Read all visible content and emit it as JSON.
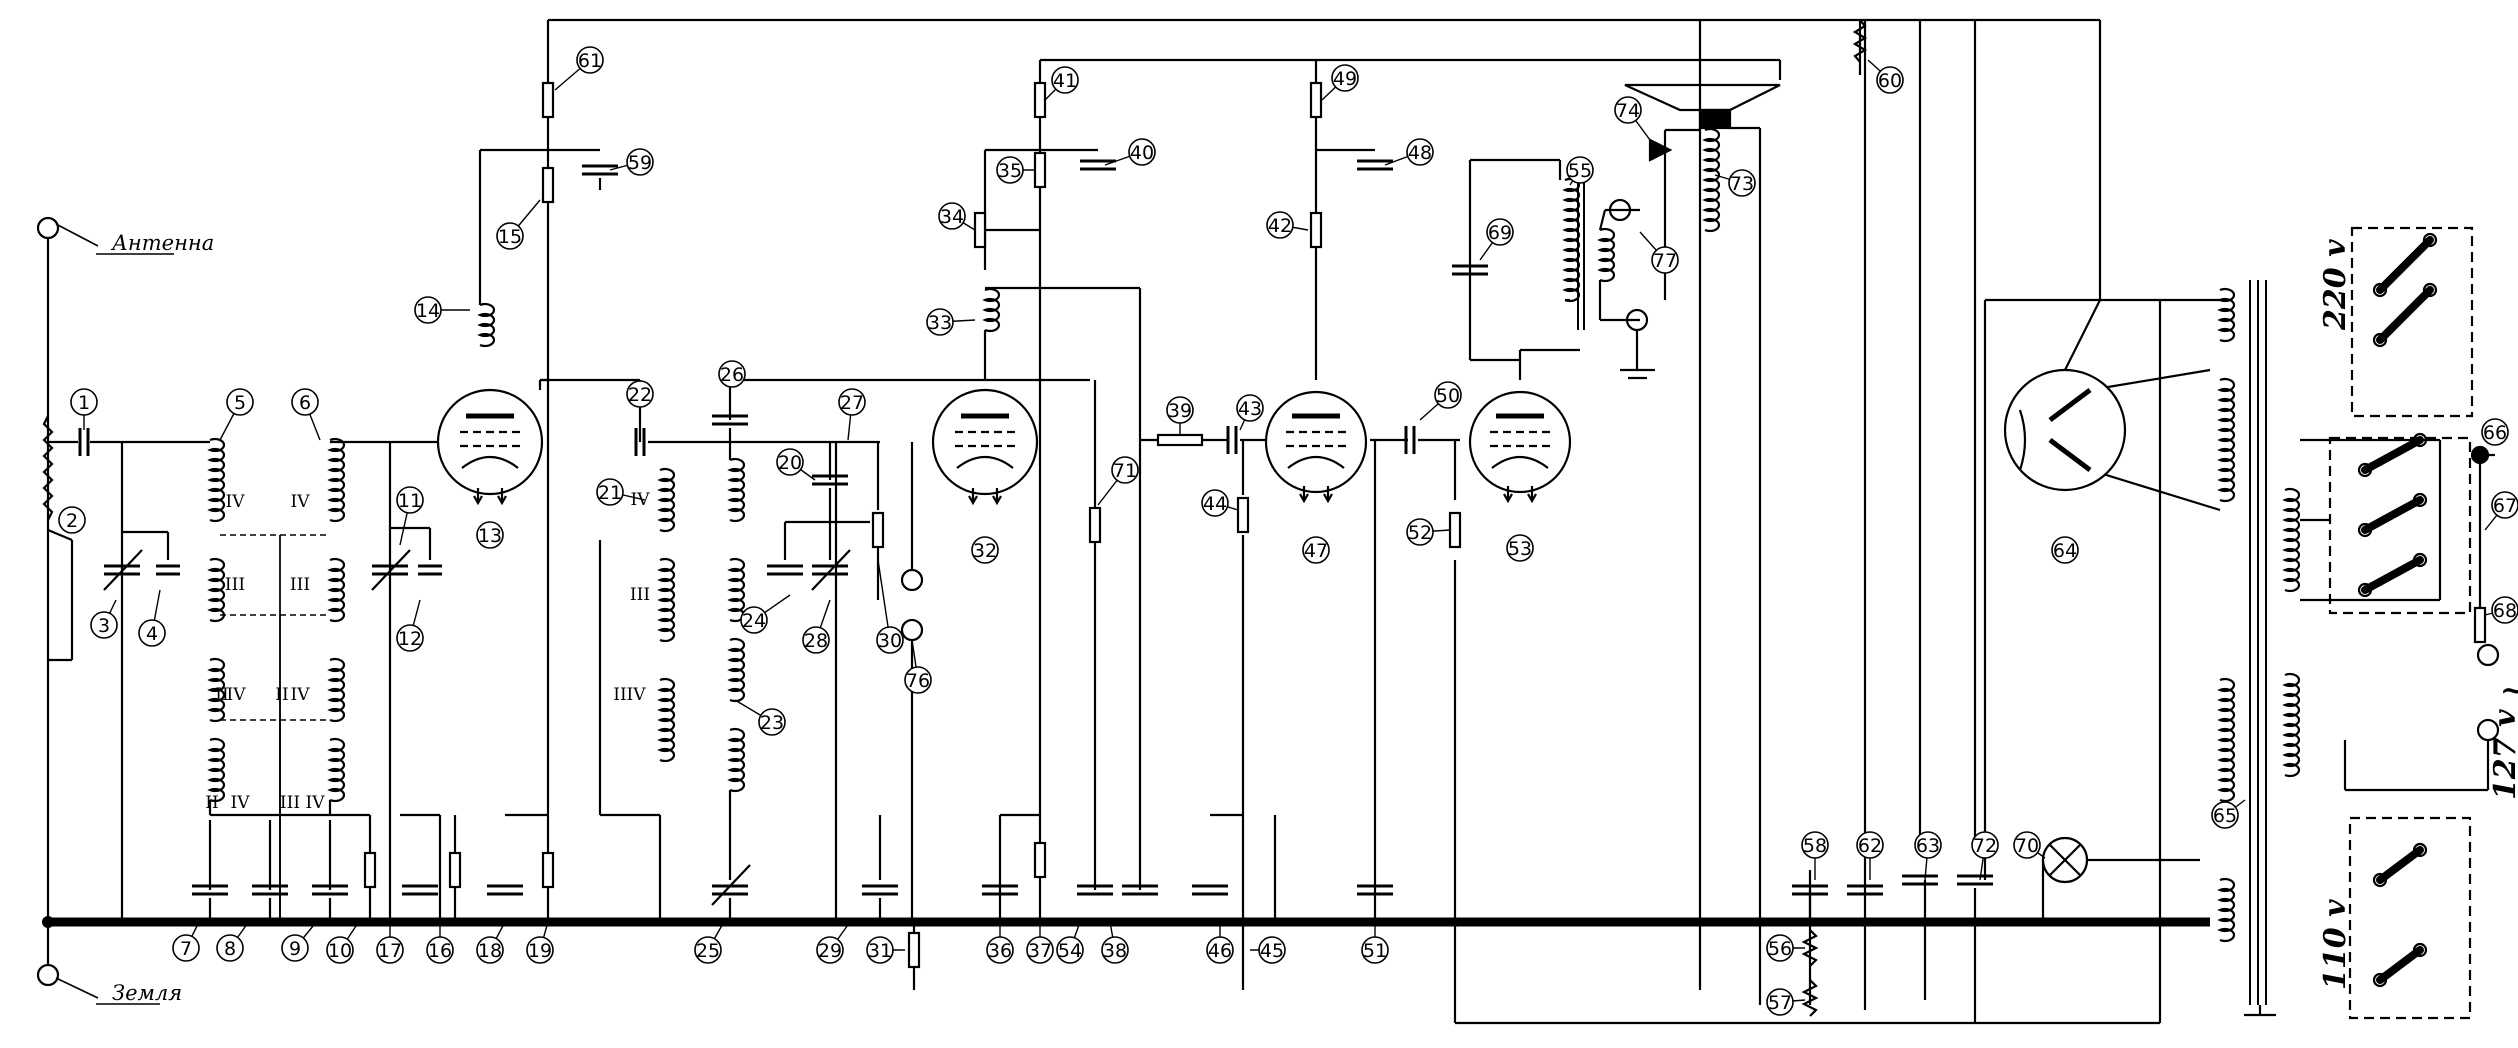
{
  "title": "",
  "terminals": {
    "antenna": "Антенна",
    "ground": "Земля"
  },
  "voltages": {
    "v220": "220 v",
    "v127": "127 v",
    "v110": "110 v",
    "ac_symbol": "~"
  },
  "band_marks": {
    "b1": "I",
    "b2": "II",
    "b3": "III",
    "b4": "IV"
  },
  "component_labels": [
    "1",
    "2",
    "3",
    "4",
    "5",
    "6",
    "7",
    "8",
    "9",
    "10",
    "11",
    "12",
    "13",
    "14",
    "15",
    "16",
    "17",
    "18",
    "19",
    "20",
    "21",
    "22",
    "23",
    "24",
    "25",
    "26",
    "27",
    "28",
    "29",
    "30",
    "31",
    "32",
    "33",
    "34",
    "35",
    "36",
    "37",
    "38",
    "39",
    "40",
    "41",
    "42",
    "43",
    "44",
    "45",
    "46",
    "47",
    "48",
    "49",
    "50",
    "51",
    "52",
    "53",
    "54",
    "55",
    "56",
    "57",
    "58",
    "59",
    "60",
    "61",
    "62",
    "63",
    "64",
    "65",
    "66",
    "67",
    "68",
    "69",
    "70",
    "71",
    "72",
    "73",
    "74",
    "76",
    "77"
  ],
  "colors": {
    "ink": "#000000",
    "paper": "#ffffff"
  }
}
